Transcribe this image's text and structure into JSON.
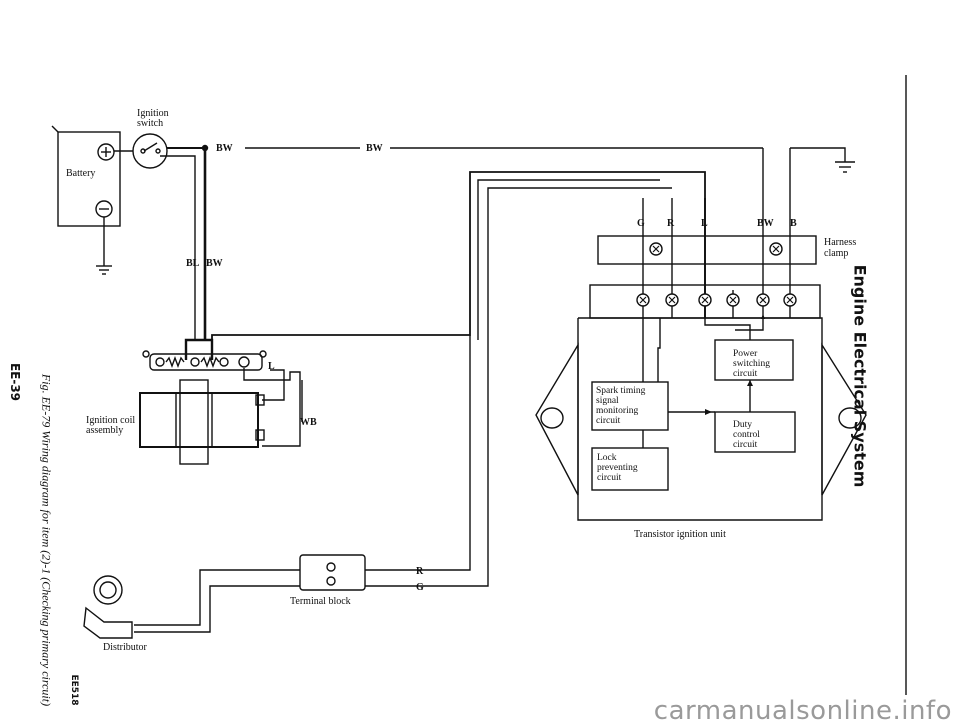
{
  "side": {
    "section_title": "Engine Electrical System",
    "figure_caption": "Fig. EE-79  Wiring diagram for item (2)-1 (Checking primary circuit)",
    "page_number": "EE-39",
    "figure_code": "EE518"
  },
  "labels": {
    "ignition_switch_line1": "Ignition",
    "ignition_switch_line2": "switch",
    "battery": "Battery",
    "bw": "BW",
    "bl": "BL",
    "l": "L",
    "wb": "WB",
    "ignition_coil_line1": "Ignition coil",
    "ignition_coil_line2": "assembly",
    "terminal_block": "Terminal block",
    "distributor": "Distributor",
    "r": "R",
    "g": "G",
    "harness_clamp_line1": "Harness",
    "harness_clamp_line2": "clamp",
    "transistor_unit": "Transistor ignition unit",
    "terminal_g": "G",
    "terminal_r": "R",
    "terminal_l": "L",
    "terminal_bw": "BW",
    "terminal_b": "B"
  },
  "blocks": {
    "spark_timing": [
      "Spark timing",
      "signal",
      "monitoring",
      "circuit"
    ],
    "lock_preventing": [
      "Lock",
      "preventing",
      "circuit"
    ],
    "power_switching": [
      "Power",
      "switching",
      "circuit"
    ],
    "duty_control": [
      "Duty",
      "control",
      "circuit"
    ]
  },
  "watermark": "carmanualsonline.info"
}
